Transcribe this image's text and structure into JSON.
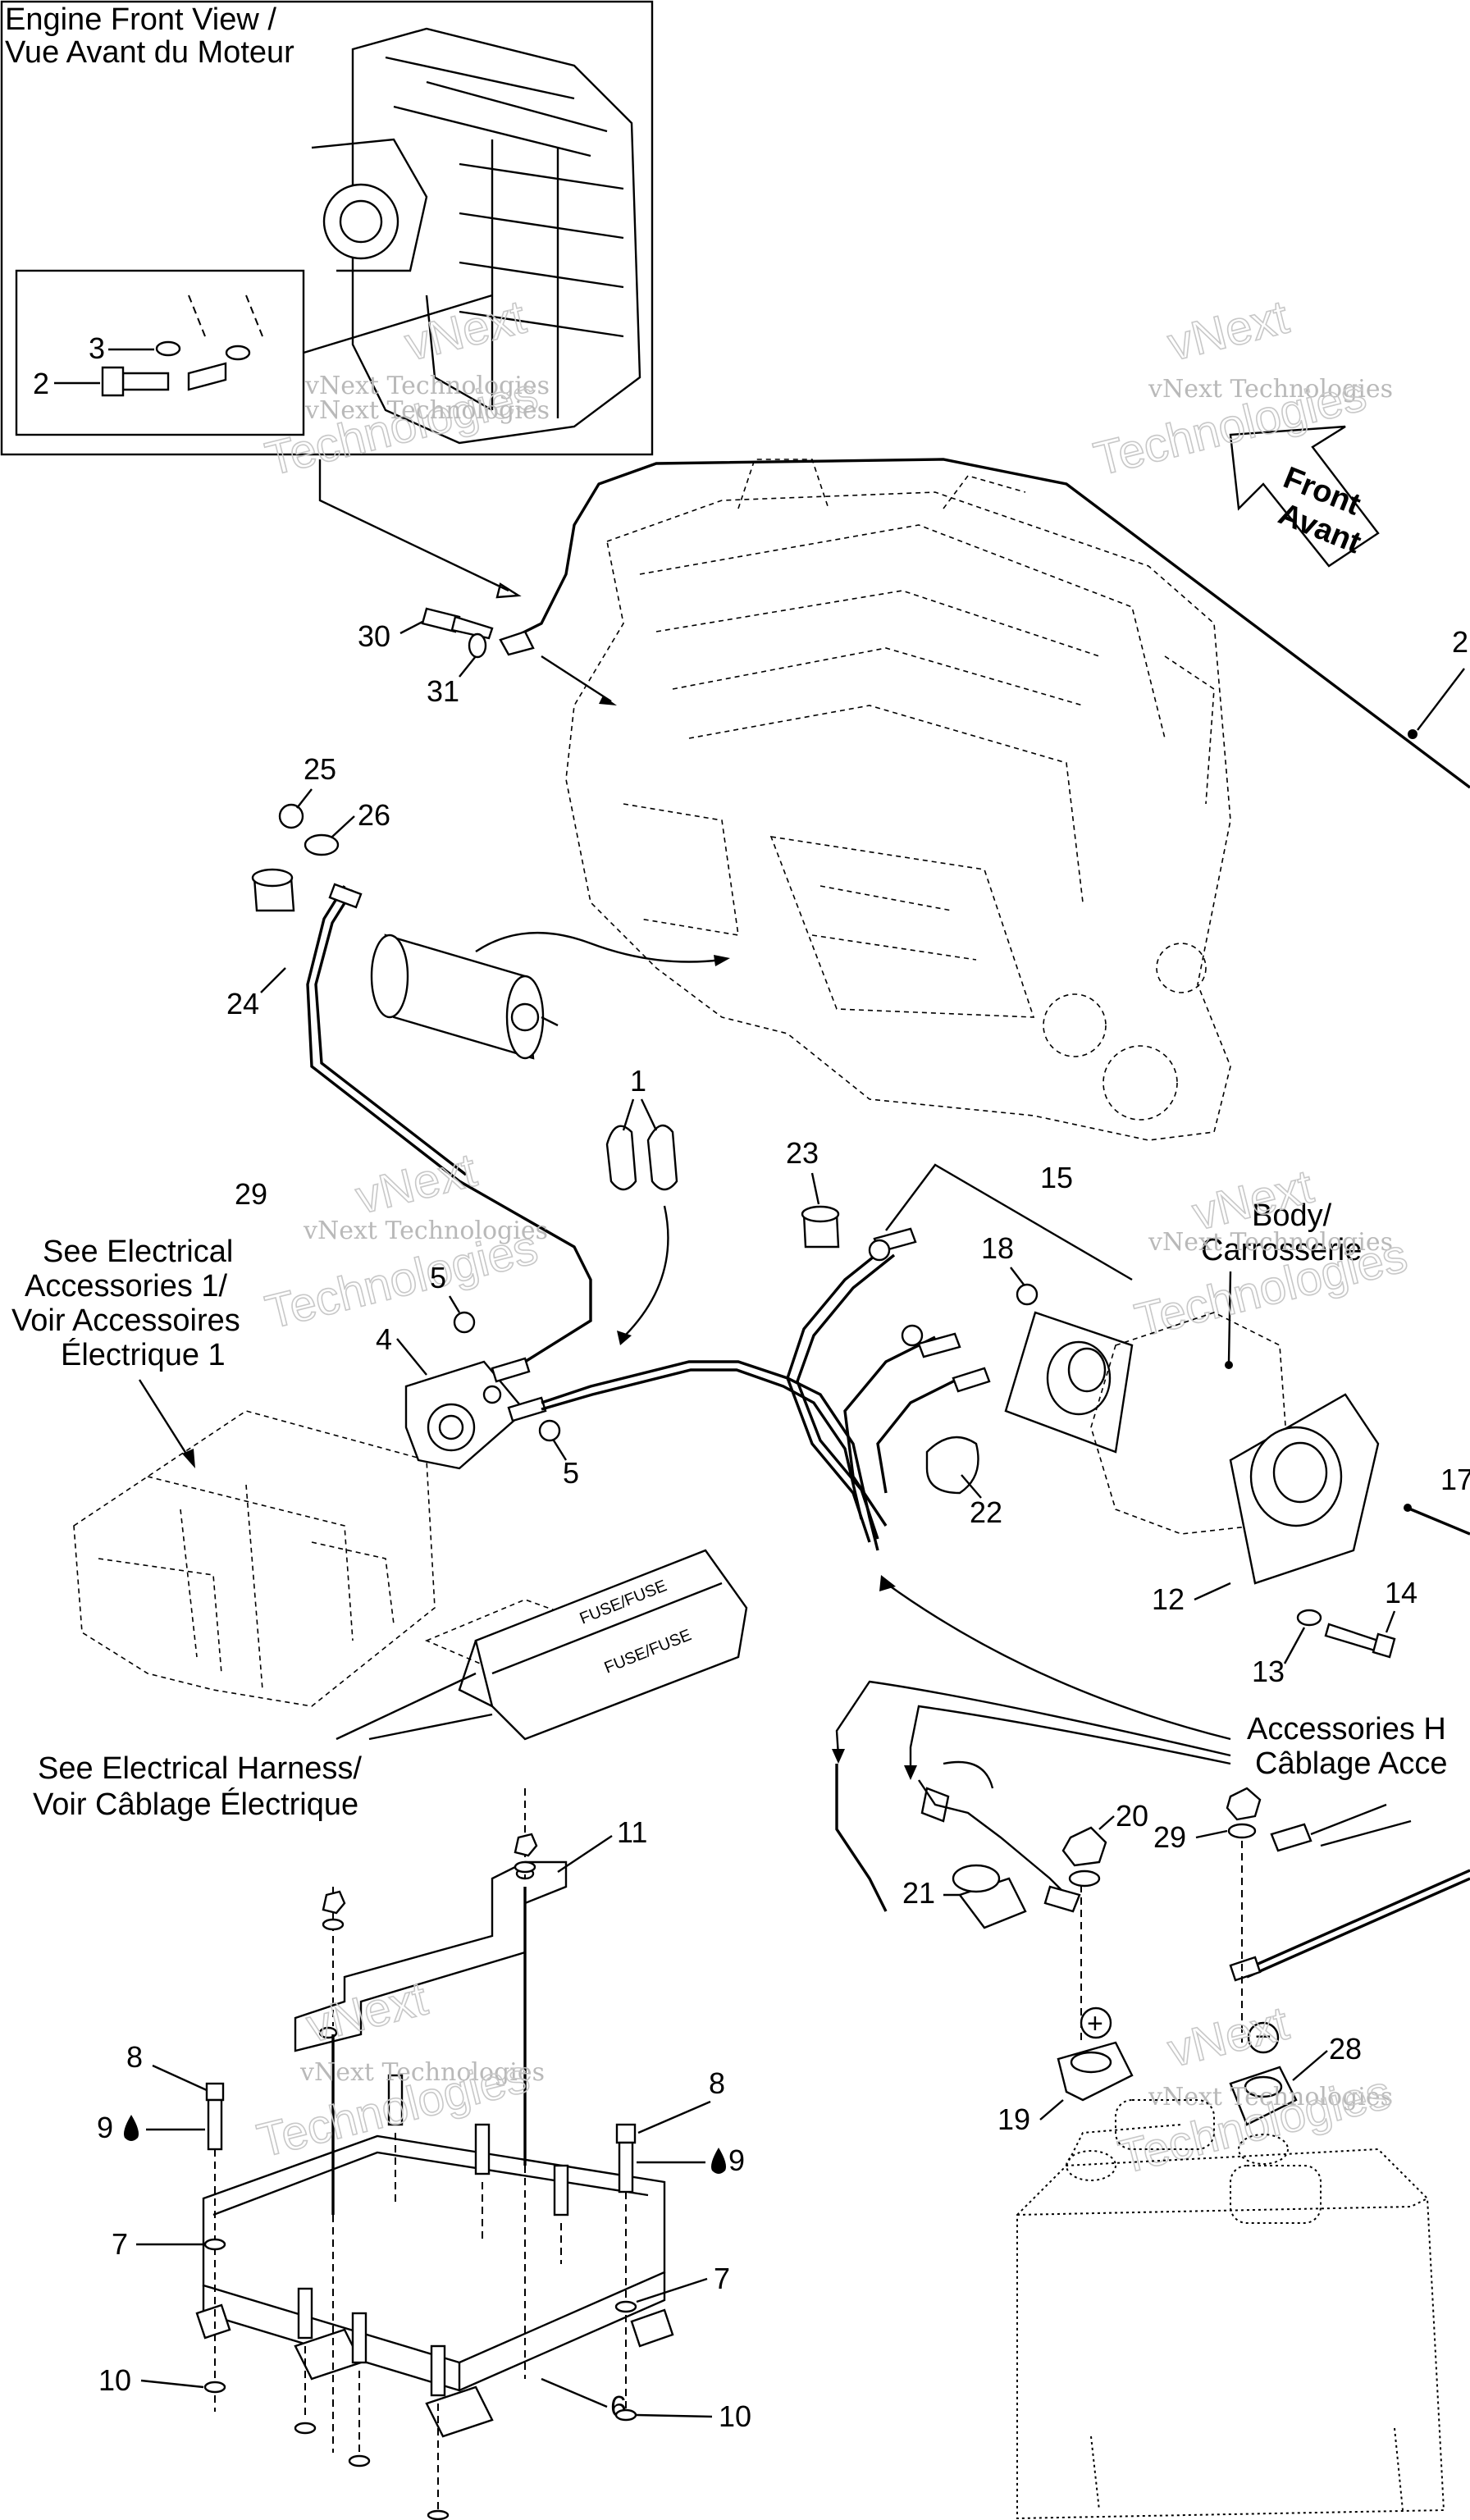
{
  "labels": {
    "engine_front_view": [
      "Engine Front View /",
      "Vue Avant du Moteur"
    ],
    "front": [
      "Front",
      "Avant"
    ],
    "body": [
      "Body/",
      "Carrosserie"
    ],
    "see_electrical_accessories": [
      "See Electrical",
      "Accessories 1/",
      "Voir Accessoires",
      "Électrique 1"
    ],
    "see_electrical_harness": [
      "See Electrical Harness/",
      "Voir Câblage Électrique"
    ],
    "accessories_harness": [
      "Accessories H",
      "Câblage Acce"
    ],
    "fuse": "FUSE/FUSE",
    "watermark_small": "vNext Technologies",
    "watermark_big": [
      "vNext",
      "Technologies"
    ]
  },
  "callouts": {
    "c1": "1",
    "c2": "2",
    "c3": "3",
    "c4": "4",
    "c5a": "5",
    "c5b": "5",
    "c6": "6",
    "c7a": "7",
    "c7b": "7",
    "c8a": "8",
    "c8b": "8",
    "c9a": "9",
    "c9b": "9",
    "c10a": "10",
    "c10b": "10",
    "c11": "11",
    "c12": "12",
    "c13": "13",
    "c14": "14",
    "c15": "15",
    "c17": "17",
    "c18": "18",
    "c19": "19",
    "c20": "20",
    "c21": "21",
    "c22": "22",
    "c23": "23",
    "c24": "24",
    "c25": "25",
    "c26": "26",
    "c27": "2",
    "c28": "28",
    "c29a": "29",
    "c29b": "29",
    "c30": "30",
    "c31": "31"
  },
  "symbols": {
    "plus": "+",
    "minus": "−"
  },
  "icons": {
    "oil_drop": "drop-icon"
  }
}
